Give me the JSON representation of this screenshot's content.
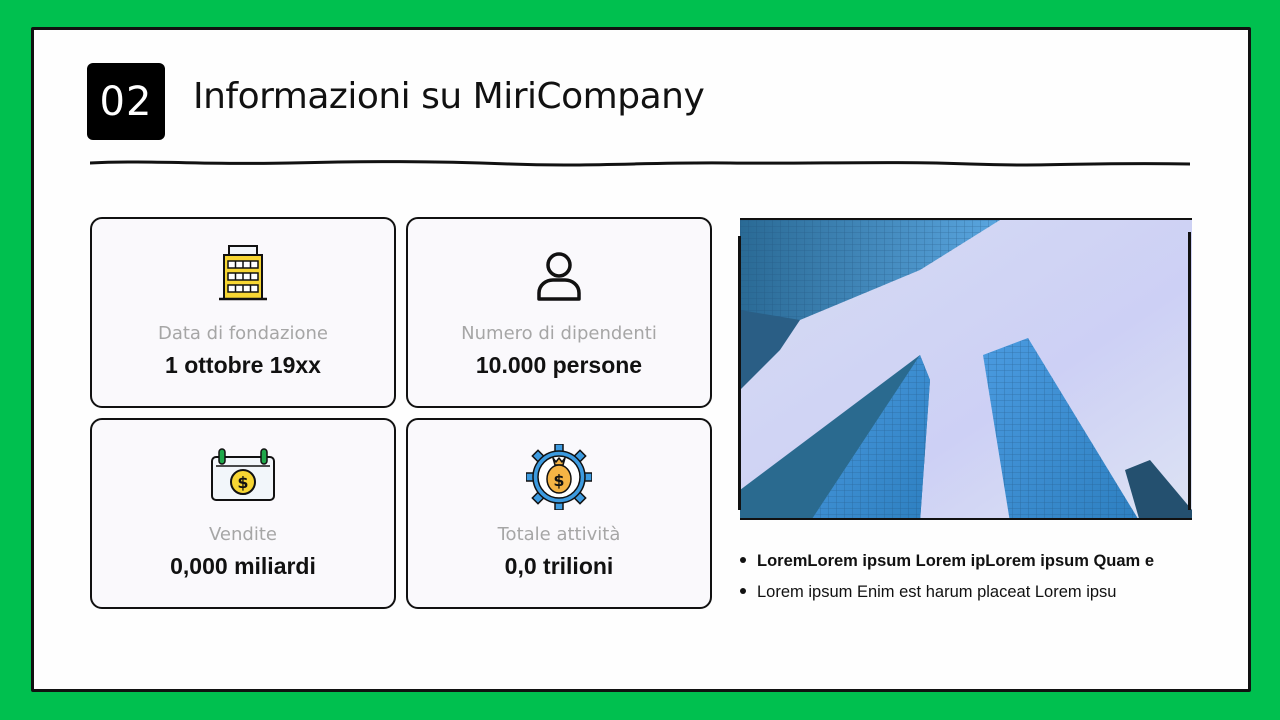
{
  "colors": {
    "background_green": "#00c04f",
    "card_bg": "#faf9fc",
    "label_gray": "#a6a6a6",
    "text_dark": "#111111",
    "icon_yellow": "#f7d633",
    "icon_green": "#1fa84a",
    "icon_blue": "#3d9be0",
    "icon_orange": "#f5b445"
  },
  "header": {
    "section_number": "02",
    "title": "Informazioni su MiriCompany"
  },
  "cards": [
    {
      "icon": "building-icon",
      "label": "Data di fondazione",
      "value": "1 ottobre 19xx"
    },
    {
      "icon": "user-icon",
      "label": "Numero di dipendenti",
      "value": "10.000 persone"
    },
    {
      "icon": "calendar-dollar-icon",
      "label": "Vendite",
      "value": "0,000 miliardi"
    },
    {
      "icon": "money-bag-gear-icon",
      "label": "Totale attività",
      "value": "0,0 trilioni"
    }
  ],
  "image": {
    "subject": "skyscrapers-looking-up-photo"
  },
  "bullets": [
    {
      "text": "LoremLorem ipsum Lorem ipLorem ipsum Quam e",
      "bold": true
    },
    {
      "text": "Lorem ipsum Enim est harum placeat Lorem ipsu",
      "bold": false
    }
  ]
}
